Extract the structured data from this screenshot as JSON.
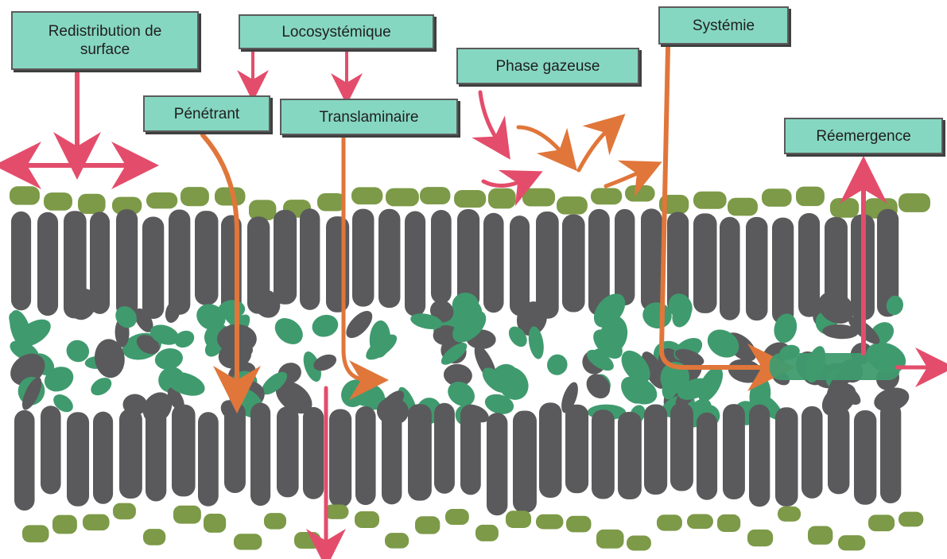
{
  "labels": {
    "redistribution": "Redistribution de\nsurface",
    "locosystemique": "Locosystémique",
    "phase_gazeuse": "Phase gazeuse",
    "systemie": "Systémie",
    "penetrant": "Pénétrant",
    "translaminaire": "Translaminaire",
    "reemergence": "Réemergence"
  },
  "colors": {
    "label_fill": "#86d7c2",
    "palisade_cell": "#5a5a5c",
    "epidermis_cell": "#7c9a47",
    "mesophyll_cell": "#3f9b6e",
    "arrow_pink": "#e34d6b",
    "arrow_orange": "#e0763a"
  },
  "icons": {
    "flow_arrows": "arrow-icon",
    "leaf_cross_section": "leaf-cross-section"
  }
}
